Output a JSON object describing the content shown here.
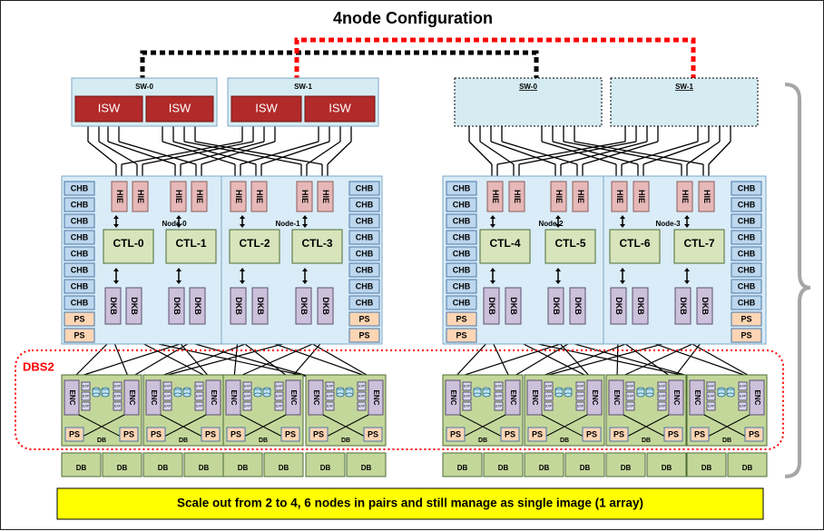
{
  "title": "4node Configuration",
  "switches": [
    {
      "label": "SW-0",
      "isw": "ISW"
    },
    {
      "label": "SW-1",
      "isw": "ISW"
    },
    {
      "label": "SW-0",
      "isw": ""
    },
    {
      "label": "SW-1",
      "isw": ""
    }
  ],
  "isw_label": "ISW",
  "hie_label": "HIE",
  "chb_label": "CHB",
  "ps_label": "PS",
  "dkb_label": "DKB",
  "enc_label": "ENC",
  "exp_label": "EXP",
  "db_label": "DB",
  "nodes": [
    {
      "label": "Node-0",
      "ctls": [
        "CTL-0",
        "CTL-1"
      ]
    },
    {
      "label": "Node-1",
      "ctls": [
        "CTL-2",
        "CTL-3"
      ]
    },
    {
      "label": "Node-2",
      "ctls": [
        "CTL-4",
        "CTL-5"
      ]
    },
    {
      "label": "Node-3",
      "ctls": [
        "CTL-6",
        "CTL-7"
      ]
    }
  ],
  "dbs_label": "DBS2",
  "footer": "Scale out from 2 to 4, 6 nodes in pairs and still manage as single image (1 array)",
  "colors": {
    "switch_bg": "#d6ecf3",
    "isw_red": "#b22a2a",
    "node_bg": "#d9ecf7",
    "hie_pink": "#e6b8b7",
    "chb_blue": "#bdd7ee",
    "ps_peach": "#fcd5b4",
    "ctl_green": "#d8e4bc",
    "dkb_lavender": "#ccc0da",
    "dbs_green": "#c4d79b",
    "footer_yellow": "#ffff00",
    "dbs_red": "#ff0000"
  }
}
